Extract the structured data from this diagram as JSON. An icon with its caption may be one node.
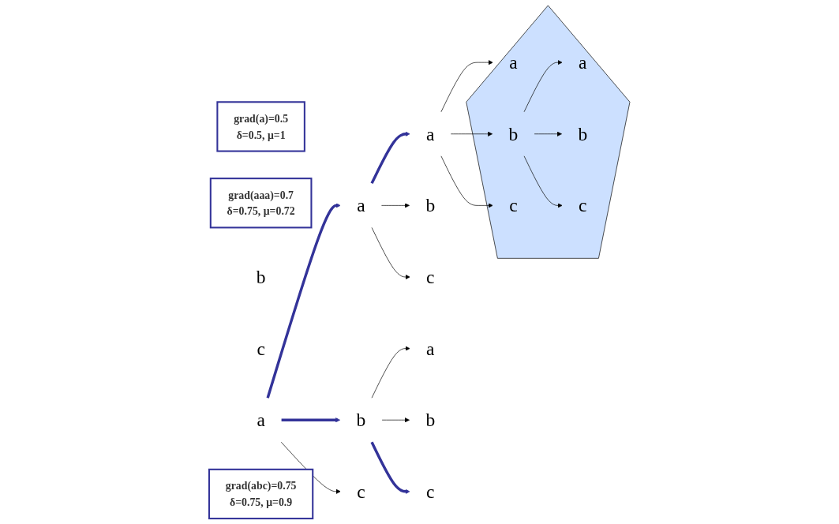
{
  "diagram": {
    "nodes": [
      {
        "text": [
          "grad(a)=0.5",
          "δ=0.5,  μ=1"
        ]
      },
      {
        "text": [
          "grad(aaa)=0.7",
          "δ=0.75, μ=0.72"
        ]
      },
      {
        "text": [
          "a"
        ]
      },
      {
        "text": [
          "b"
        ]
      },
      {
        "text": [
          "c"
        ]
      },
      {
        "text": [
          "a"
        ]
      },
      {
        "text": [
          "b"
        ]
      },
      {
        "text": [
          "c"
        ]
      },
      {
        "text": [
          "a"
        ]
      },
      {
        "text": [
          "b"
        ]
      },
      {
        "text": [
          "c"
        ]
      },
      {
        "text": [
          "a"
        ]
      },
      {
        "text": [
          "b"
        ]
      },
      {
        "text": [
          "c"
        ]
      },
      {
        "text": [],
        "shape": "pentagon"
      },
      {
        "text": [
          "a"
        ],
        "in": 14
      },
      {
        "text": [
          "b"
        ],
        "in": 14
      },
      {
        "text": [
          "c"
        ],
        "in": 14
      },
      {
        "text": [
          "a"
        ],
        "in": 14
      },
      {
        "text": [
          "b"
        ],
        "in": 14
      },
      {
        "text": [
          "c"
        ],
        "in": 14
      },
      {
        "text": [
          "grad(abc)=0.75",
          "δ=0.75, μ=0.9"
        ]
      }
    ],
    "edges": [
      {
        "from": 2,
        "to": 5,
        "arrow": "to",
        "style": "thick",
        "color": "#333399"
      },
      {
        "from": 2,
        "to": 6,
        "arrow": "to",
        "style": "thick",
        "color": "#333399"
      },
      {
        "from": 2,
        "to": 7,
        "arrow": "to"
      },
      {
        "from": 5,
        "to": 8,
        "arrow": "to",
        "style": "thick",
        "color": "#333399"
      },
      {
        "from": 5,
        "to": 9,
        "arrow": "to"
      },
      {
        "from": 5,
        "to": 10,
        "arrow": "to"
      },
      {
        "from": 6,
        "to": 11,
        "arrow": "to"
      },
      {
        "from": 6,
        "to": 12,
        "arrow": "to"
      },
      {
        "from": 6,
        "to": 13,
        "arrow": "to",
        "style": "thick",
        "color": "#333399"
      },
      {
        "from": 8,
        "to": 15,
        "arrow": "to"
      },
      {
        "from": 8,
        "to": 16,
        "arrow": "to"
      },
      {
        "from": 8,
        "to": 17,
        "arrow": "to"
      },
      {
        "from": 16,
        "to": 18,
        "arrow": "to"
      },
      {
        "from": 16,
        "to": 19,
        "arrow": "to"
      },
      {
        "from": 16,
        "to": 20,
        "arrow": "to"
      }
    ]
  }
}
